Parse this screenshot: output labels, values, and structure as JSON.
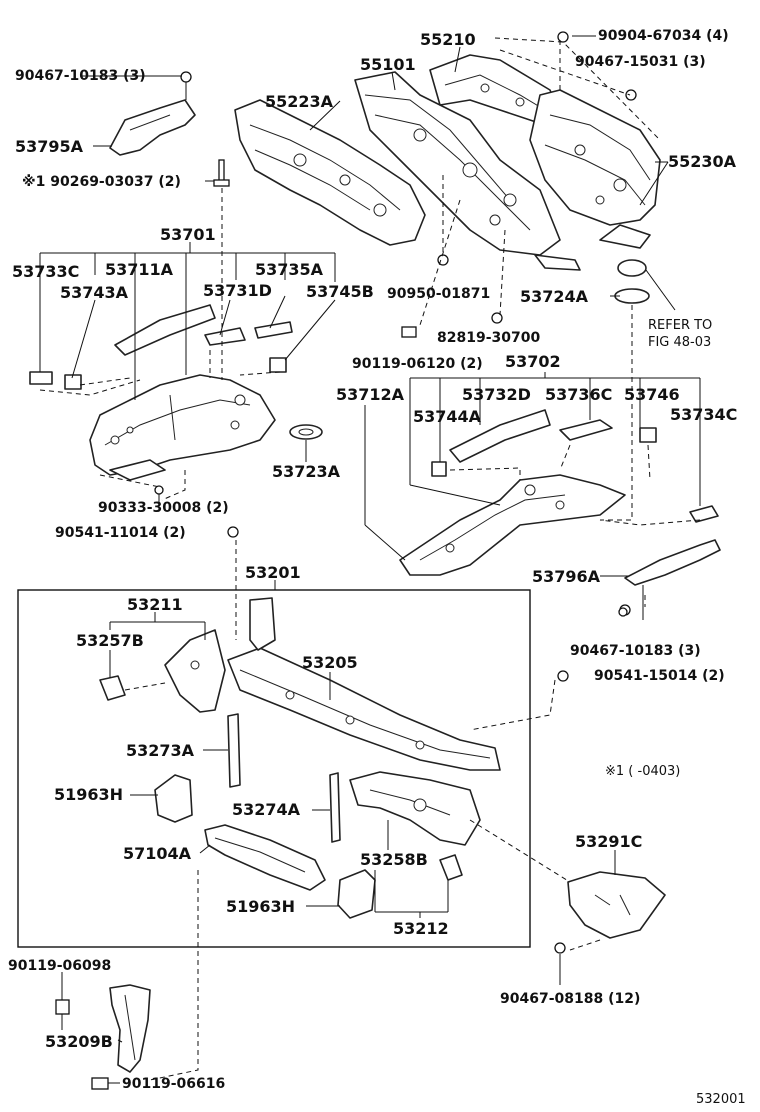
{
  "labels": {
    "p55210": "55210",
    "p90904_67034": "90904-67034 (4)",
    "p90467_10183_top": "90467-10183 (3)",
    "p55101": "55101",
    "p90467_15031": "90467-15031 (3)",
    "p55223A": "55223A",
    "p53795A": "53795A",
    "p55230A": "55230A",
    "p90269_03037": "※1 90269-03037 (2)",
    "p53701": "53701",
    "p53733C": "53733C",
    "p53711A": "53711A",
    "p53735A": "53735A",
    "p53743A": "53743A",
    "p53731D": "53731D",
    "p53745B": "53745B",
    "p90950_01871": "90950-01871",
    "p53724A": "53724A",
    "refer_line1": "REFER TO",
    "refer_line2": "FIG 48-03",
    "p82819_30700": "82819-30700",
    "p90119_06120": "90119-06120 (2)",
    "p53702": "53702",
    "p53712A": "53712A",
    "p53732D": "53732D",
    "p53736C": "53736C",
    "p53746": "53746",
    "p53734C": "53734C",
    "p53744A": "53744A",
    "p53723A": "53723A",
    "p90333_30008": "90333-30008 (2)",
    "p90541_11014": "90541-11014 (2)",
    "p53201": "53201",
    "p53796A": "53796A",
    "p53211": "53211",
    "p53257B": "53257B",
    "p53205": "53205",
    "p90467_10183_mid": "90467-10183 (3)",
    "p90541_15014": "90541-15014 (2)",
    "p53273A": "53273A",
    "note_0403": "※1 (     -0403)",
    "p51963H_a": "51963H",
    "p53274A": "53274A",
    "p57104A": "57104A",
    "p53291C": "53291C",
    "p53258B": "53258B",
    "p51963H_b": "51963H",
    "p53212": "53212",
    "p90119_06098": "90119-06098",
    "p90467_08188": "90467-08188 (12)",
    "p53209B": "53209B",
    "p90119_06616": "90119-06616",
    "fig_code": "532001"
  }
}
